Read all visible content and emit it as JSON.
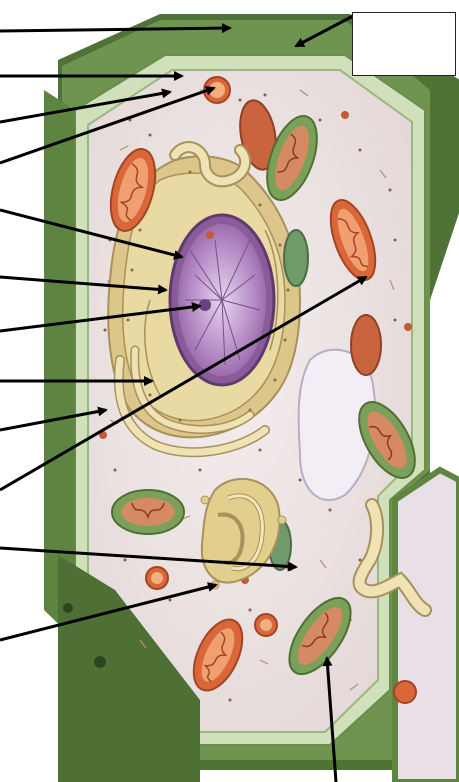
{
  "diagram": {
    "subject": "plant cell",
    "answer_box": {
      "text": ""
    },
    "colors": {
      "cell_wall": "#5a7a3a",
      "cell_wall_light": "#c9dcb3",
      "cytoplasm": "#ece3e3",
      "nucleus_outer": "#8a5a9a",
      "nucleus_inner": "#c7a3d4",
      "er": "#e2cf8e",
      "er_shadow": "#a8915a",
      "chloroplast": "#7aa05a",
      "mitochondrion": "#d9673a",
      "vacuole": "#f3eef6",
      "leader_line": "#000000"
    },
    "leaders": [
      {
        "name": "leader-cell-wall"
      },
      {
        "name": "leader-cell-membrane"
      },
      {
        "name": "leader-cytoplasm"
      },
      {
        "name": "leader-ribosome-vesicle"
      },
      {
        "name": "leader-nuclear-envelope"
      },
      {
        "name": "leader-nucleolus"
      },
      {
        "name": "leader-chromatin"
      },
      {
        "name": "leader-rough-er"
      },
      {
        "name": "leader-smooth-er"
      },
      {
        "name": "leader-mitochondrion"
      },
      {
        "name": "leader-peroxisome"
      },
      {
        "name": "leader-golgi"
      },
      {
        "name": "leader-chloroplast"
      },
      {
        "name": "leader-plasma-membrane-top"
      }
    ]
  }
}
